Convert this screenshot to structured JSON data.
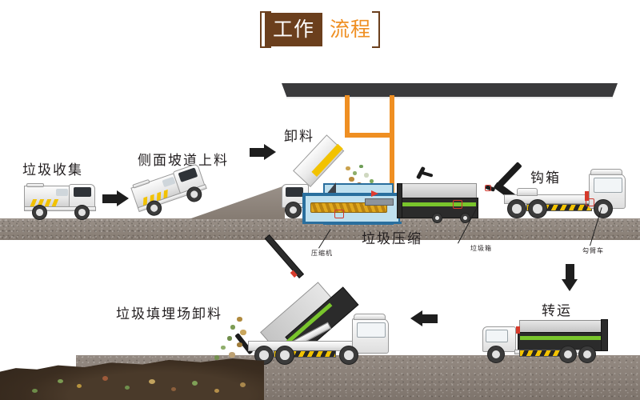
{
  "title": {
    "part1": "工作",
    "part2": "流程",
    "accent_dark": "#6b3f1d",
    "accent_orange": "#ef8f22"
  },
  "stages": [
    {
      "id": "collection",
      "label": "垃圾收集"
    },
    {
      "id": "side-ramp",
      "label": "侧面坡道上料"
    },
    {
      "id": "unloading",
      "label": "卸料"
    },
    {
      "id": "compression",
      "label": "垃圾压缩"
    },
    {
      "id": "hook-box",
      "label": "钩箱"
    },
    {
      "id": "transfer",
      "label": "转运"
    },
    {
      "id": "landfill-dump",
      "label": "垃圾填埋场卸料"
    }
  ],
  "callouts": [
    {
      "id": "compressor",
      "label": "压缩机"
    },
    {
      "id": "garbage-bin",
      "label": "垃圾箱"
    },
    {
      "id": "hook-truck",
      "label": "勾臂车"
    }
  ],
  "colors": {
    "ground": "#8a8078",
    "canopy": "#3a3a3c",
    "duct": "#ef8f22",
    "container_green": "#79c52c",
    "container_dark": "#2b2b2b",
    "pit_blue": "#bfe0ef",
    "pit_border": "#2a6f9e",
    "hazard_yellow": "#f2c200",
    "arrow": "#1e1e1e",
    "marker_red": "#d1392f"
  }
}
